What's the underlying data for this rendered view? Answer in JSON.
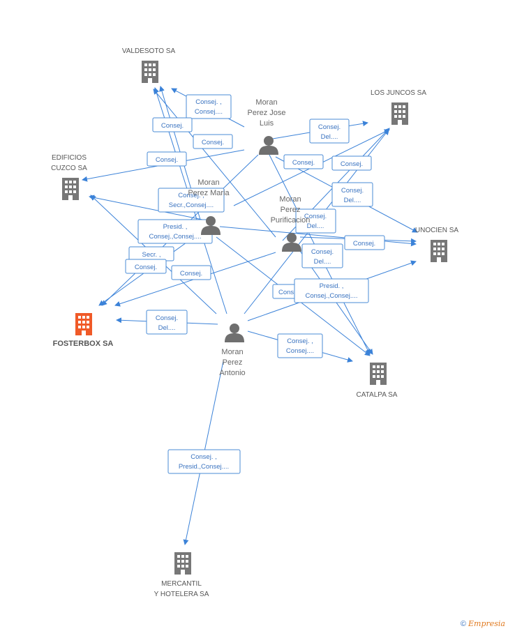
{
  "colors": {
    "edge": "#3b82d8",
    "building": "#777777",
    "building_focus": "#f05a28",
    "person": "#6f6f6f",
    "relation_text": "#3a73c0"
  },
  "companies": [
    {
      "id": "valdesoto",
      "name_lines": [
        "VALDESOTO SA"
      ],
      "focus": false
    },
    {
      "id": "losjuncos",
      "name_lines": [
        "LOS JUNCOS SA"
      ],
      "focus": false
    },
    {
      "id": "cuzco",
      "name_lines": [
        "EDIFICIOS",
        "CUZCO SA"
      ],
      "focus": false
    },
    {
      "id": "unocien",
      "name_lines": [
        "UNOCIEN SA"
      ],
      "focus": false
    },
    {
      "id": "fosterbox",
      "name_lines": [
        "FOSTERBOX SA"
      ],
      "focus": true
    },
    {
      "id": "catalpa",
      "name_lines": [
        "CATALPA SA"
      ],
      "focus": false
    },
    {
      "id": "mercantil",
      "name_lines": [
        "MERCANTIL",
        "Y HOTELERA SA"
      ],
      "focus": false
    }
  ],
  "persons": [
    {
      "id": "moranjose",
      "name_lines": [
        "Moran",
        "Perez Jose",
        "Luis"
      ]
    },
    {
      "id": "moranmaria",
      "name_lines": [
        "Moran",
        "Perez Maria"
      ]
    },
    {
      "id": "moranpurif",
      "name_lines": [
        "Moran",
        "Perez",
        "Purificacion"
      ]
    },
    {
      "id": "moranantonio",
      "name_lines": [
        "Moran",
        "Perez",
        "Antonio"
      ]
    }
  ],
  "relations": [
    {
      "lines": [
        "Consej. ,",
        "Consej...."
      ]
    },
    {
      "lines": [
        "Consej."
      ]
    },
    {
      "lines": [
        "Consej."
      ]
    },
    {
      "lines": [
        "Consej."
      ]
    },
    {
      "lines": [
        "Consej.",
        "Del...."
      ]
    },
    {
      "lines": [
        "Consej."
      ]
    },
    {
      "lines": [
        "Consej."
      ]
    },
    {
      "lines": [
        "Consej. ,",
        "Secr.,Consej...."
      ]
    },
    {
      "lines": [
        "Consej.",
        "Del...."
      ]
    },
    {
      "lines": [
        "Presid. ,",
        "Consej.,Consej...."
      ]
    },
    {
      "lines": [
        "Consej.",
        "Del...."
      ]
    },
    {
      "lines": [
        "Consej."
      ]
    },
    {
      "lines": [
        "Secr. ,"
      ]
    },
    {
      "lines": [
        "Consej."
      ]
    },
    {
      "lines": [
        "Consej.",
        "Del...."
      ]
    },
    {
      "lines": [
        "Consej."
      ]
    },
    {
      "lines": [
        "Consej"
      ]
    },
    {
      "lines": [
        "Presid. ,",
        "Consej.,Consej...."
      ]
    },
    {
      "lines": [
        "Consej.",
        "Del...."
      ]
    },
    {
      "lines": [
        "Consej. ,",
        "Consej...."
      ]
    },
    {
      "lines": [
        "Consej. ,",
        "Presid.,Consej...."
      ]
    }
  ],
  "footer": {
    "copyright": "©",
    "brand": "Empresia"
  }
}
